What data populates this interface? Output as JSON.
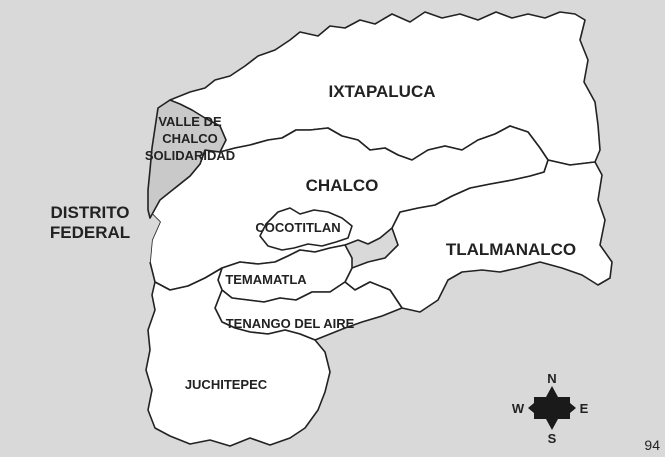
{
  "map": {
    "labels": {
      "ixtapaluca": "IXTAPALUCA",
      "valle_line1": "VALLE DE",
      "valle_line2": "CHALCO",
      "valle_line3": "SOLIDARIDAD",
      "chalco": "CHALCO",
      "distrito_line1": "DISTRITO",
      "distrito_line2": "FEDERAL",
      "cocotitlan": "COCOTITLAN",
      "tlalmanalco": "TLALMANALCO",
      "temamatla": "TEMAMATLA",
      "tenango": "TENANGO DEL AIRE",
      "juchitepec": "JUCHITEPEC"
    },
    "highlight_color": "#c9c9c9",
    "region_fill": "#ffffff"
  },
  "compass": {
    "n": "N",
    "s": "S",
    "e": "E",
    "w": "W"
  },
  "page_number": "94"
}
